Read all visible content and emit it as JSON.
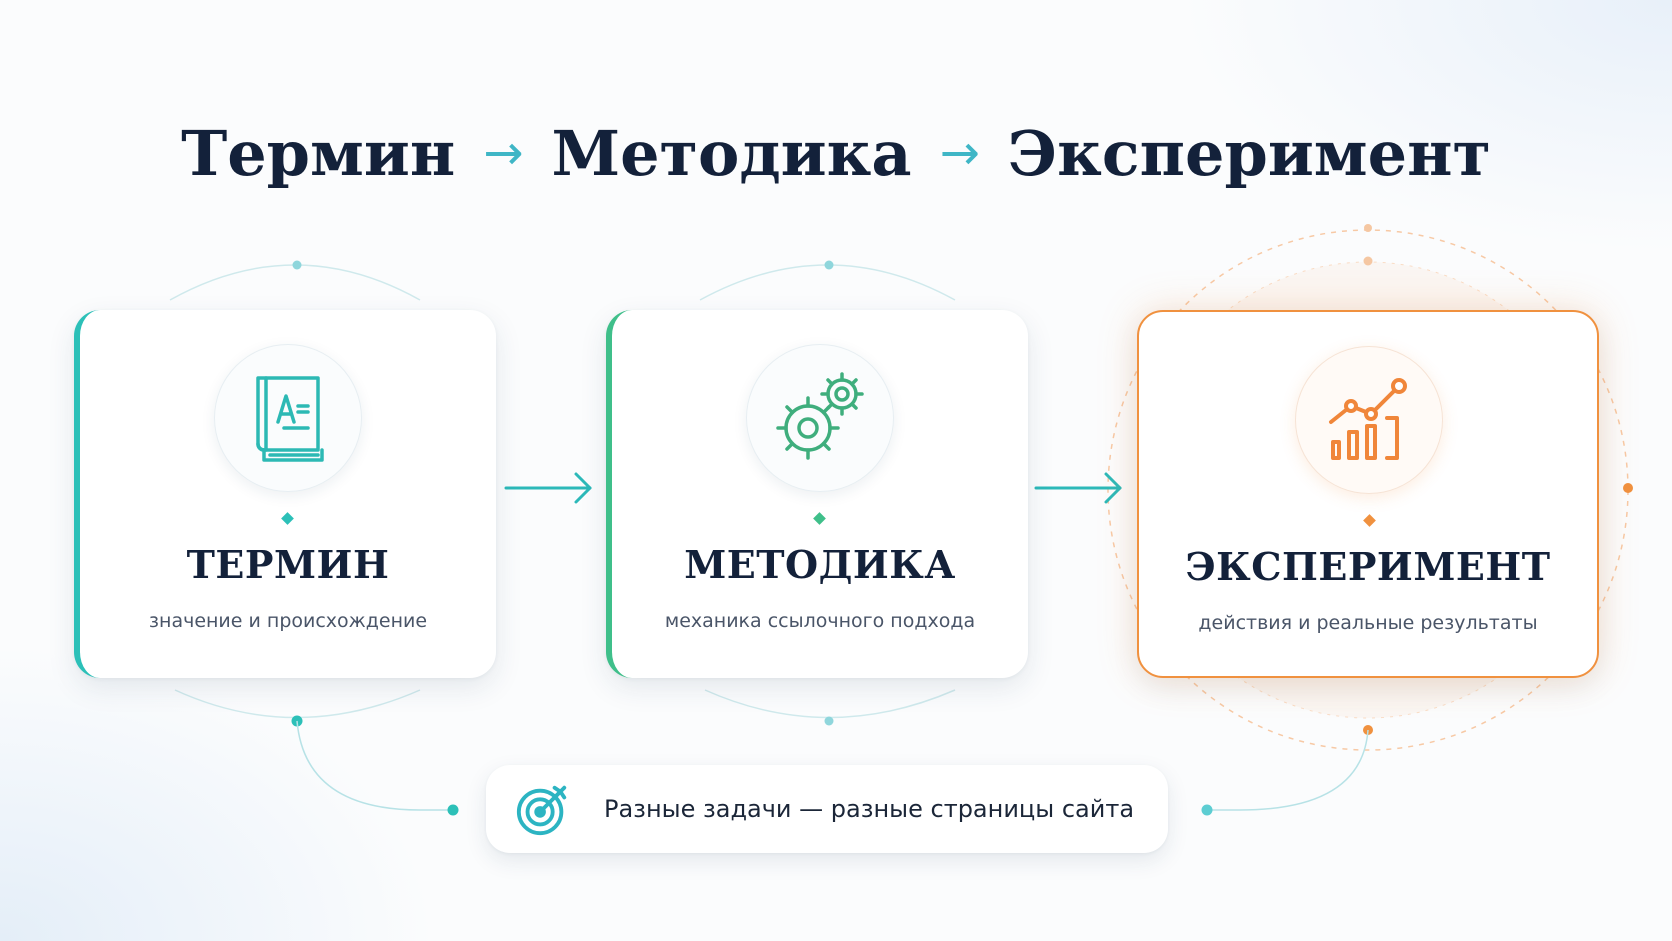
{
  "headline": {
    "step1": "Термин",
    "step2": "Методика",
    "step3": "Эксперимент",
    "arrow": "→"
  },
  "cards": [
    {
      "title": "ТЕРМИН",
      "subtitle": "значение и происхождение",
      "icon": "book-icon",
      "accent": "#2cc0b8"
    },
    {
      "title": "МЕТОДИКА",
      "subtitle": "механика ссылочного подхода",
      "icon": "gears-icon",
      "accent": "#3fbf8a"
    },
    {
      "title": "ЭКСПЕРИМЕНТ",
      "subtitle": "действия и реальные результаты",
      "icon": "chart-growth-icon",
      "accent": "#f0913f"
    }
  ],
  "note": {
    "text": "Разные задачи — разные страницы сайта",
    "icon": "target-icon"
  },
  "colors": {
    "teal": "#2cc0b8",
    "green": "#3fbf8a",
    "orange": "#f0913f",
    "navy": "#13213a"
  }
}
